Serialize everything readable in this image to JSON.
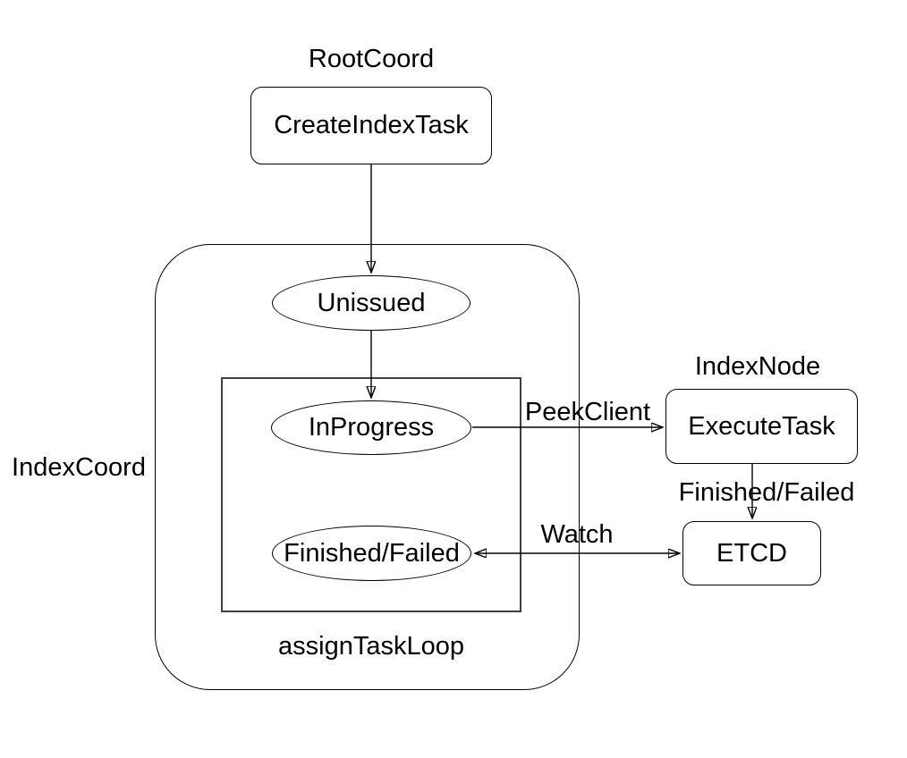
{
  "colors": {
    "background": "#ffffff",
    "stroke": "#000000",
    "inner_loop_stroke": "#3f3f3f",
    "text": "#000000"
  },
  "diagram": {
    "groups": {
      "root_coord": {
        "label": "RootCoord"
      },
      "index_coord": {
        "label": "IndexCoord"
      },
      "index_node": {
        "label": "IndexNode"
      },
      "assign_task_loop": {
        "label": "assignTaskLoop"
      }
    },
    "nodes": {
      "create_index_task": {
        "label": "CreateIndexTask",
        "shape": "rounded-rectangle",
        "group": "RootCoord"
      },
      "unissued": {
        "label": "Unissued",
        "shape": "ellipse",
        "group": "IndexCoord"
      },
      "in_progress": {
        "label": "InProgress",
        "shape": "ellipse",
        "group": "assignTaskLoop"
      },
      "finished_failed_state": {
        "label": "Finished/Failed",
        "shape": "ellipse",
        "group": "assignTaskLoop"
      },
      "execute_task": {
        "label": "ExecuteTask",
        "shape": "rounded-rectangle",
        "group": "IndexNode"
      },
      "etcd": {
        "label": "ETCD",
        "shape": "rounded-rectangle"
      }
    },
    "edges": {
      "create_to_unissued": {
        "from": "CreateIndexTask",
        "to": "Unissued",
        "label": "",
        "arrow": "end"
      },
      "unissued_to_inprogress": {
        "from": "Unissued",
        "to": "InProgress",
        "label": "",
        "arrow": "end"
      },
      "peek_client": {
        "from": "InProgress",
        "to": "ExecuteTask",
        "label": "PeekClient",
        "arrow": "end"
      },
      "execute_to_etcd": {
        "from": "ExecuteTask",
        "to": "ETCD",
        "label": "Finished/Failed",
        "arrow": "end"
      },
      "watch": {
        "from": "Finished/Failed",
        "to": "ETCD",
        "label": "Watch",
        "arrow": "both"
      }
    }
  }
}
